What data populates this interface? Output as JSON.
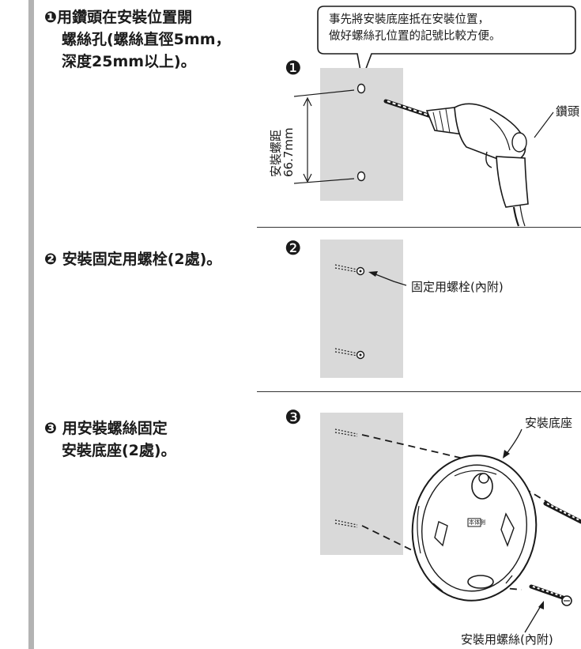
{
  "steps": [
    {
      "line1": "❶用鑽頭在安裝位置開",
      "line2": "螺絲孔(螺絲直徑5mm，",
      "line3": "深度25mm以上)。"
    },
    {
      "line1": "❷ 安裝固定用螺栓(2處)。"
    },
    {
      "line1": "❸ 用安裝螺絲固定",
      "line2": "安裝底座(2處)。"
    }
  ],
  "figure1": {
    "marker": "❶",
    "callout_line1": "事先將安裝底座抵在安裝位置，",
    "callout_line2": "做好螺絲孔位置的記號比較方便。",
    "spacing_label_line1": "安裝螺距",
    "spacing_label_line2": "66.7mm",
    "drill_label": "鑽頭"
  },
  "figure2": {
    "marker": "❷",
    "bolt_label": "固定用螺栓(內附)"
  },
  "figure3": {
    "marker": "❸",
    "base_label": "安裝底座",
    "screw_label": "安裝用螺絲(內附)",
    "body_mark": "本体側"
  }
}
